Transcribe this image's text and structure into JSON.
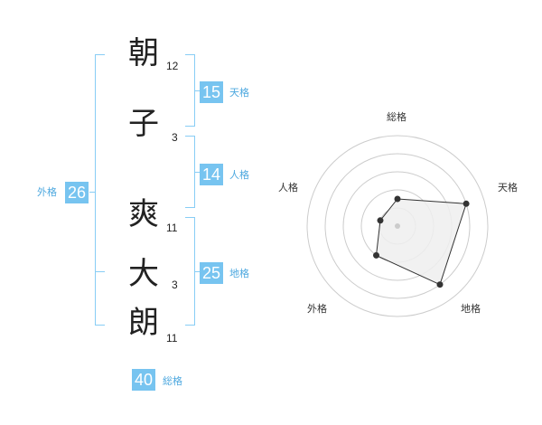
{
  "name": {
    "characters": [
      {
        "char": "朝",
        "strokes": "12"
      },
      {
        "char": "子",
        "strokes": "3"
      },
      {
        "char": "爽",
        "strokes": "11"
      },
      {
        "char": "大",
        "strokes": "3"
      },
      {
        "char": "朗",
        "strokes": "11"
      }
    ]
  },
  "fortunes": {
    "tenkaku": {
      "value": "15",
      "label": "天格"
    },
    "jinkaku": {
      "value": "14",
      "label": "人格"
    },
    "chikaku": {
      "value": "25",
      "label": "地格"
    },
    "gaikaku": {
      "value": "26",
      "label": "外格"
    },
    "soukaku": {
      "value": "40",
      "label": "総格"
    }
  },
  "radar": {
    "axes": [
      "総格",
      "天格",
      "地格",
      "外格",
      "人格"
    ],
    "values": [
      0.3,
      0.8,
      0.8,
      0.4,
      0.2
    ],
    "fill_color": "#eeeeee",
    "line_color": "#333333",
    "grid_color": "#cccccc",
    "center_color": "#cccccc"
  },
  "colors": {
    "accent": "#77c4f0",
    "bracket": "#88cdf5",
    "label": "#4da8df"
  }
}
